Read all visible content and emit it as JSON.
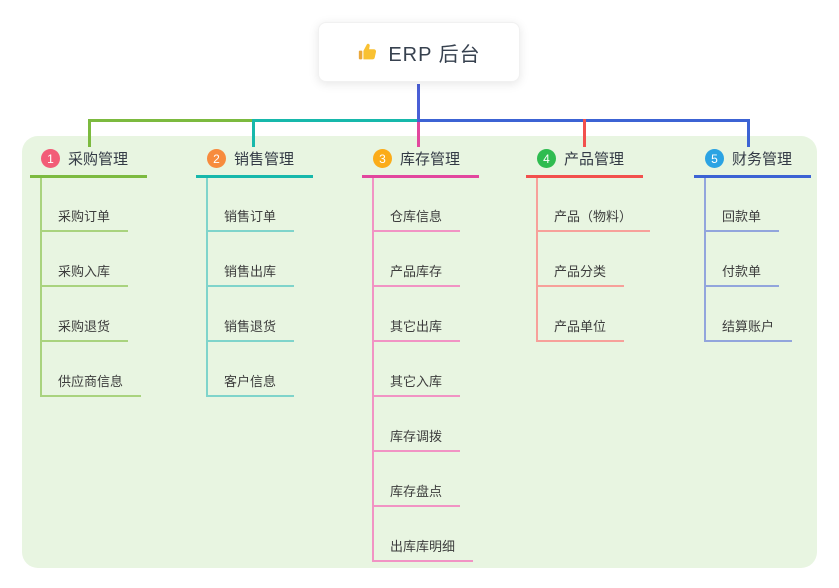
{
  "root": {
    "title": "ERP 后台",
    "icon": "thumbs-up-icon"
  },
  "colors": {
    "page_bg": "#ffffff",
    "canvas_bg": "#e8f5e1",
    "root_text": "#37414f",
    "root_line": "#4a5fd6",
    "header_text": "#333a45",
    "child_text": "#3d3d3d"
  },
  "branches": [
    {
      "num": "1",
      "label": "采购管理",
      "badge_color": "#f25c77",
      "line_color": "#7cba3f",
      "child_line_color": "#a9d37e",
      "children": [
        "采购订单",
        "采购入库",
        "采购退货",
        "供应商信息"
      ]
    },
    {
      "num": "2",
      "label": "销售管理",
      "badge_color": "#f78b3d",
      "line_color": "#17b8ab",
      "child_line_color": "#7fd4cb",
      "children": [
        "销售订单",
        "销售出库",
        "销售退货",
        "客户信息"
      ]
    },
    {
      "num": "3",
      "label": "库存管理",
      "badge_color": "#fbac19",
      "line_color": "#e2479e",
      "child_line_color": "#f193c4",
      "children": [
        "仓库信息",
        "产品库存",
        "其它出库",
        "其它入库",
        "库存调拨",
        "库存盘点",
        "出库库明细"
      ]
    },
    {
      "num": "4",
      "label": "产品管理",
      "badge_color": "#2fbc50",
      "line_color": "#f2504d",
      "child_line_color": "#f7a09a",
      "children": [
        "产品（物料）",
        "产品分类",
        "产品单位"
      ]
    },
    {
      "num": "5",
      "label": "财务管理",
      "badge_color": "#2ba3e3",
      "line_color": "#3c63d4",
      "child_line_color": "#92a5dc",
      "children": [
        "回款单",
        "付款单",
        "结算账户"
      ]
    }
  ]
}
